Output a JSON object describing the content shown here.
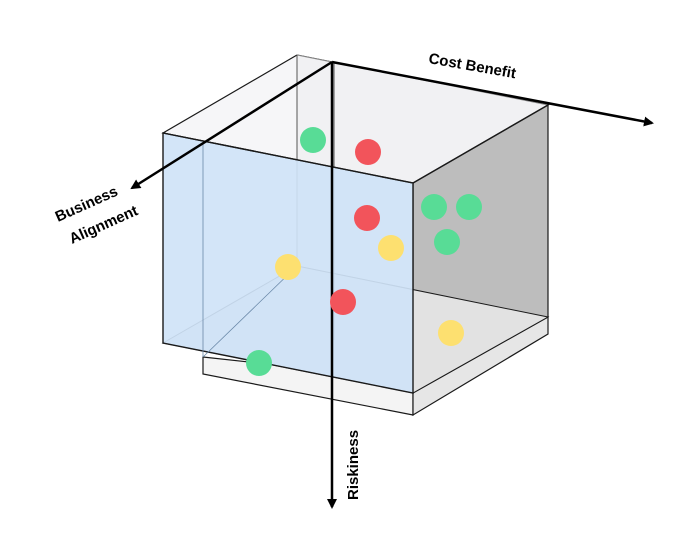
{
  "axes": {
    "cost_benefit": "Cost Benefit",
    "business_line1": "Business",
    "business_line2": "Alignment",
    "riskiness": "Riskiness"
  },
  "colors": {
    "front_face": "#cfe3f7",
    "right_face": "#bdbdbd",
    "bottom_face": "#ececec",
    "edge": "#1a1a1a",
    "green": "#58dc96",
    "red": "#f2545b",
    "yellow": "#fde070"
  },
  "bubbles": [
    {
      "name": "green",
      "color": "green"
    },
    {
      "name": "red",
      "color": "red"
    },
    {
      "name": "green",
      "color": "green"
    },
    {
      "name": "green",
      "color": "green"
    },
    {
      "name": "red",
      "color": "red"
    },
    {
      "name": "green",
      "color": "green"
    },
    {
      "name": "yellow",
      "color": "yellow"
    },
    {
      "name": "yellow",
      "color": "yellow"
    },
    {
      "name": "red",
      "color": "red"
    },
    {
      "name": "yellow",
      "color": "yellow"
    },
    {
      "name": "green",
      "color": "green"
    }
  ]
}
